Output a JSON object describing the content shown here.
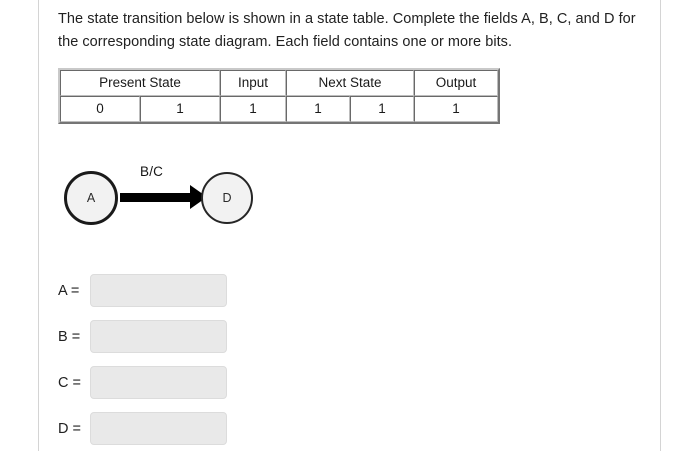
{
  "page": {
    "prompt": "The state transition below is shown in a state table. Complete the fields A, B, C, and D for the corresponding state diagram. Each field contains one or more bits."
  },
  "state_table": {
    "headers": [
      {
        "label": "Present State",
        "span": 2
      },
      {
        "label": "Input",
        "span": 1
      },
      {
        "label": "Next State",
        "span": 2
      },
      {
        "label": "Output",
        "span": 1
      }
    ],
    "row": {
      "present_state_0": "0",
      "present_state_1": "1",
      "input": "1",
      "next_state_0": "1",
      "next_state_1": "1",
      "output": "1"
    }
  },
  "state_diagram": {
    "source_node": "A",
    "target_node": "D",
    "transition_label": "B/C"
  },
  "answer_fields": [
    {
      "label": "A =",
      "value": "",
      "placeholder": ""
    },
    {
      "label": "B =",
      "value": "",
      "placeholder": ""
    },
    {
      "label": "C =",
      "value": "",
      "placeholder": ""
    },
    {
      "label": "D =",
      "value": "",
      "placeholder": ""
    }
  ],
  "colors": {
    "text": "#212121",
    "node_fill": "#f2f2f2",
    "node_stroke": "#1a1a1a",
    "arrow": "#000000",
    "input_bg": "#e9e9e9",
    "input_border": "#dcdcdc",
    "rule": "#d4d4d4"
  }
}
